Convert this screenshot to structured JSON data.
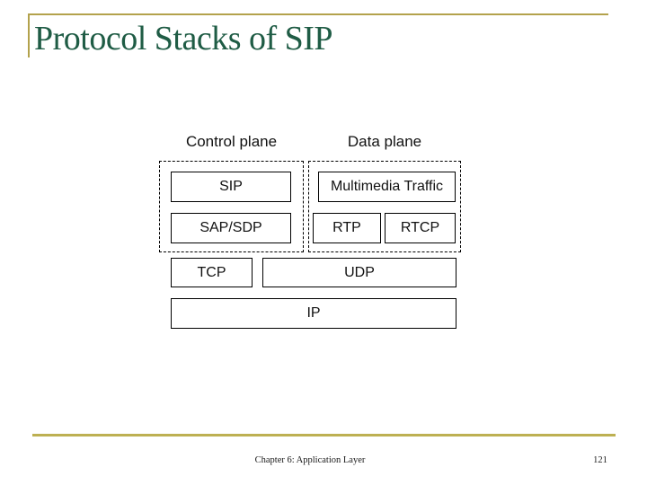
{
  "colors": {
    "accent-gold": "#B3A24C",
    "footer-gold": "#BDB052",
    "title-green": "#1F5C45"
  },
  "slide": {
    "title": "Protocol Stacks of SIP"
  },
  "diagram": {
    "control_plane": {
      "label": "Control plane",
      "boxes": {
        "sip": "SIP",
        "sap_sdp": "SAP/SDP"
      }
    },
    "data_plane": {
      "label": "Data plane",
      "boxes": {
        "multimedia": "Multimedia Traffic",
        "rtp": "RTP",
        "rtcp": "RTCP"
      }
    },
    "transport": {
      "tcp": "TCP",
      "udp": "UDP"
    },
    "network": {
      "ip": "IP"
    }
  },
  "footer": {
    "text": "Chapter 6: Application Layer",
    "page_number": "121"
  }
}
